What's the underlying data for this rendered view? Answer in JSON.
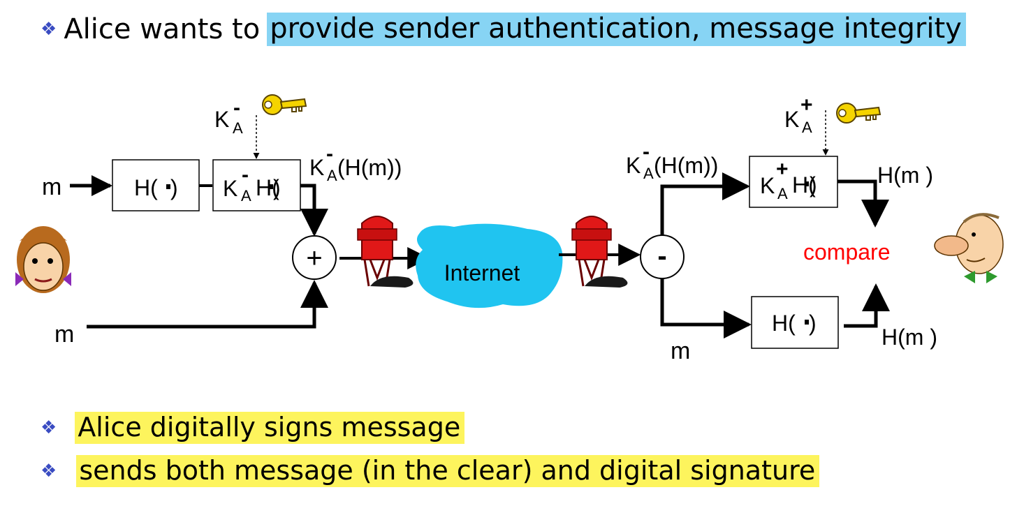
{
  "heading": {
    "prefix": "Alice wants to",
    "highlight": "provide sender authentication, message integrity"
  },
  "bullets": [
    "Alice digitally signs message",
    "sends both message (in the clear) and digital signature"
  ],
  "diagram": {
    "m": "m",
    "H": "H(",
    "dot_close": ")",
    "K": "K",
    "A": "A",
    "minus_sup": "-",
    "plus_sup": "+",
    "KAHm_tail": "(H(m))",
    "combine": "+",
    "split": "-",
    "internet": "Internet",
    "compare": "compare",
    "Hm": "H(m )"
  },
  "colors": {
    "heading_highlight": "#87d4f4",
    "bullet_highlight": "#fdf45d",
    "bullet_marker": "#3a4cc2",
    "cloud": "#20c4f0",
    "compare_text": "#ff0000",
    "key": "#f5d400"
  }
}
